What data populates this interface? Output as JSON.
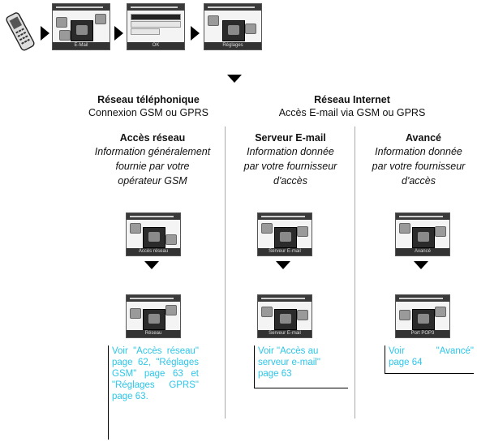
{
  "top_row": {
    "screen_labels": [
      "E-Mail",
      "OK",
      "Réglages"
    ]
  },
  "left_heading": {
    "title": "Réseau téléphonique",
    "subtitle": "Connexion GSM ou GPRS"
  },
  "right_heading": {
    "title": "Réseau Internet",
    "subtitle": "Accès E-mail via GSM ou GPRS"
  },
  "columns": [
    {
      "title": "Accès réseau",
      "desc": [
        "Information généralement",
        "fournie par votre",
        "opérateur GSM"
      ],
      "screen1_label": "Accès réseau",
      "screen2_label": "Réseau",
      "ref_lines": [
        "Voir \"Accès réseau\"",
        "page 62, \"Réglages",
        "GSM\" page 63 et",
        "\"Réglages GPRS\"",
        "page 63."
      ]
    },
    {
      "title": "Serveur E-mail",
      "desc": [
        "Information donnée",
        "par votre fournisseur",
        "d'accès"
      ],
      "screen1_label": "Serveur E-mail",
      "screen2_label": "Serveur E-mail",
      "ref_lines": [
        "Voir \"Accès au",
        "serveur e-mail\"",
        "page 63"
      ]
    },
    {
      "title": "Avancé",
      "desc": [
        "Information donnée",
        "par votre fournisseur",
        "d'accès"
      ],
      "screen1_label": "Avancé",
      "screen2_label": "Port POP3",
      "ref_lines": [
        "Voir \"Avancé\"",
        "page 64"
      ]
    }
  ],
  "colors": {
    "reference_text": "#2cc6e8",
    "arrow": "#000000"
  },
  "icons": [
    "phone-icon",
    "arrow-right-icon",
    "arrow-down-icon"
  ]
}
